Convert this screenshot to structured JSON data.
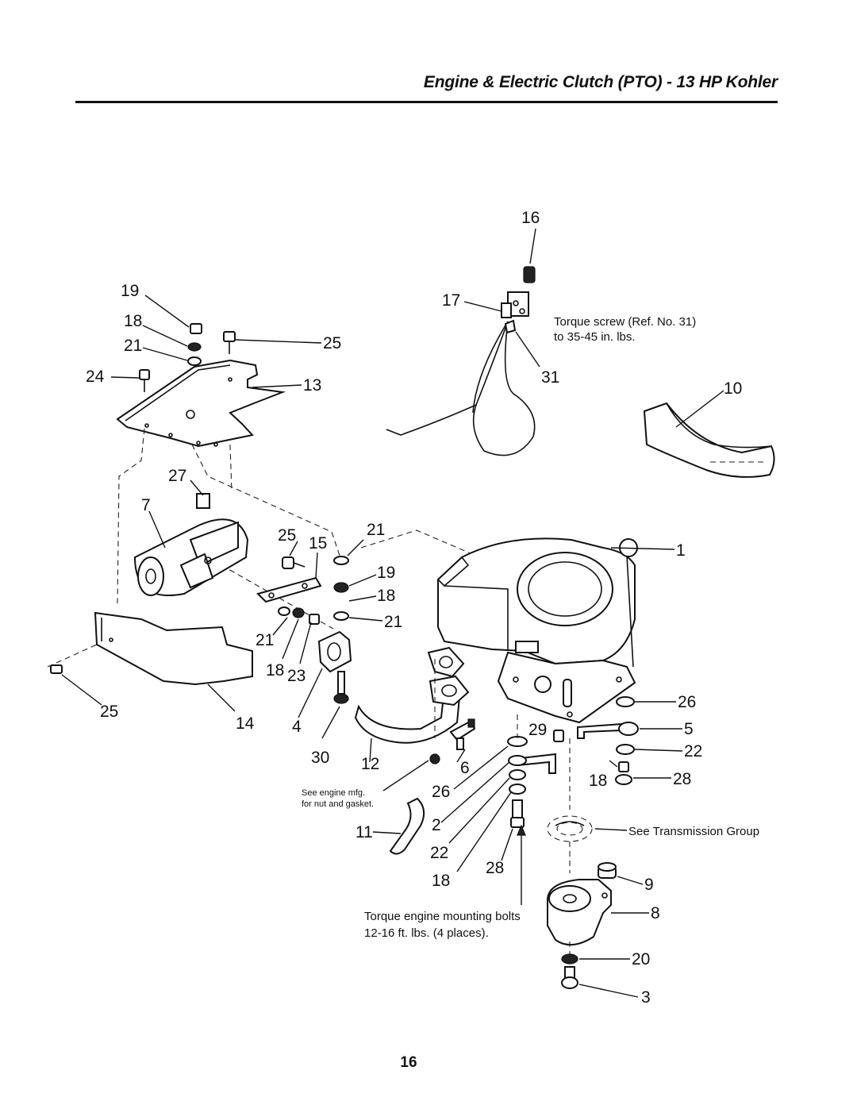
{
  "page": {
    "title": "Engine & Electric Clutch (PTO) - 13 HP Kohler",
    "page_number": "16"
  },
  "notes": {
    "torque_screw_line1": "Torque screw (Ref. No. 31)",
    "torque_screw_line2": "to 35-45 in. lbs.",
    "engine_mfg_line1": "See engine mfg.",
    "engine_mfg_line2": "for nut and gasket.",
    "transmission_group": "See Transmission Group",
    "mounting_bolts_line1": "Torque engine mounting bolts",
    "mounting_bolts_line2": "12-16 ft. lbs. (4 places)."
  },
  "callouts": {
    "c16": "16",
    "c17": "17",
    "c31": "31",
    "c10": "10",
    "c19a": "19",
    "c18a": "18",
    "c21a": "21",
    "c24": "24",
    "c25a": "25",
    "c13": "13",
    "c27": "27",
    "c7": "7",
    "c25b": "25",
    "c15": "15",
    "c21b": "21",
    "c1": "1",
    "c19b": "19",
    "c18b": "18",
    "c21c": "21",
    "c21d": "21",
    "c18c": "18",
    "c23": "23",
    "c25c": "25",
    "c14": "14",
    "c4": "4",
    "c30": "30",
    "c12": "12",
    "c6": "6",
    "c29": "29",
    "c26a": "26",
    "c5": "5",
    "c22a": "22",
    "c18d": "18",
    "c28a": "28",
    "c26b": "26",
    "c11": "11",
    "c2": "2",
    "c22b": "22",
    "c28b": "28",
    "c18e": "18",
    "c9": "9",
    "c8": "8",
    "c20": "20",
    "c3": "3"
  }
}
